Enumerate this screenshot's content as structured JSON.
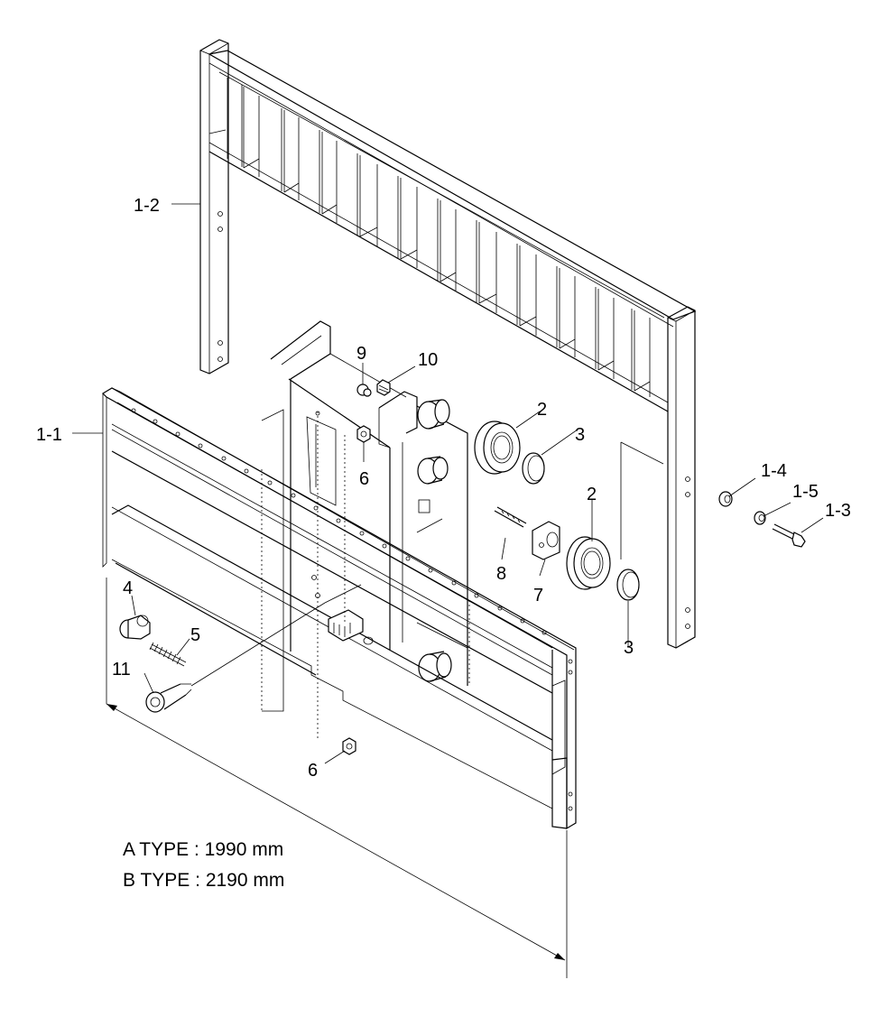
{
  "labels": {
    "frame_upper": "1-2",
    "frame_lower": "1-1",
    "washer_a": "1-4",
    "washer_b": "1-5",
    "bolt": "1-3",
    "bearing_top": "2",
    "bearing_bottom": "2",
    "snap_ring_top": "3",
    "snap_ring_bottom": "3",
    "bumper": "4",
    "spring": "5",
    "nut_upper": "6",
    "nut_lower": "6",
    "collar": "7",
    "set_screw": "8",
    "fitting_small": "9",
    "fitting_grease": "10",
    "long_bolt": "11"
  },
  "notes": {
    "type_a": "A TYPE : 1990 mm",
    "type_b": "B TYPE : 2190 mm"
  }
}
